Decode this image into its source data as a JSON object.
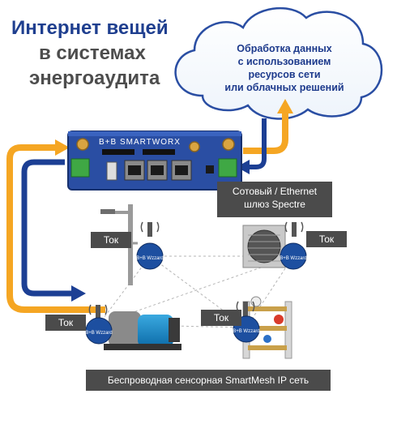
{
  "title": {
    "line1": "Интернет вещей",
    "line2": "в системах",
    "line3": "энергоаудита"
  },
  "cloud": {
    "lines": [
      "Обработка данных",
      "с использованием",
      "ресурсов сети",
      "или облачных решений"
    ]
  },
  "gateway": {
    "brand": "B+B SMARTWORX",
    "label_lines": [
      "Сотовый / Ethernet",
      "шлюз Spectre"
    ]
  },
  "sensors": {
    "top_left": "Ток",
    "top_right": "Ток",
    "bottom_left": "Ток",
    "bottom_right": "Ток"
  },
  "network_label": "Беспроводная сенсорная SmartMesh IP сеть",
  "sensor_brand": "B+B Wzzard",
  "colors": {
    "title_blue": "#1f3f8f",
    "title_gray": "#4d4d4d",
    "orange_arrow": "#f5a623",
    "blue_arrow": "#1c3f94",
    "gateway_body": "#2a4ea3",
    "label_bg": "#4b4b4b",
    "sensor_blue": "#1d4fa0"
  }
}
